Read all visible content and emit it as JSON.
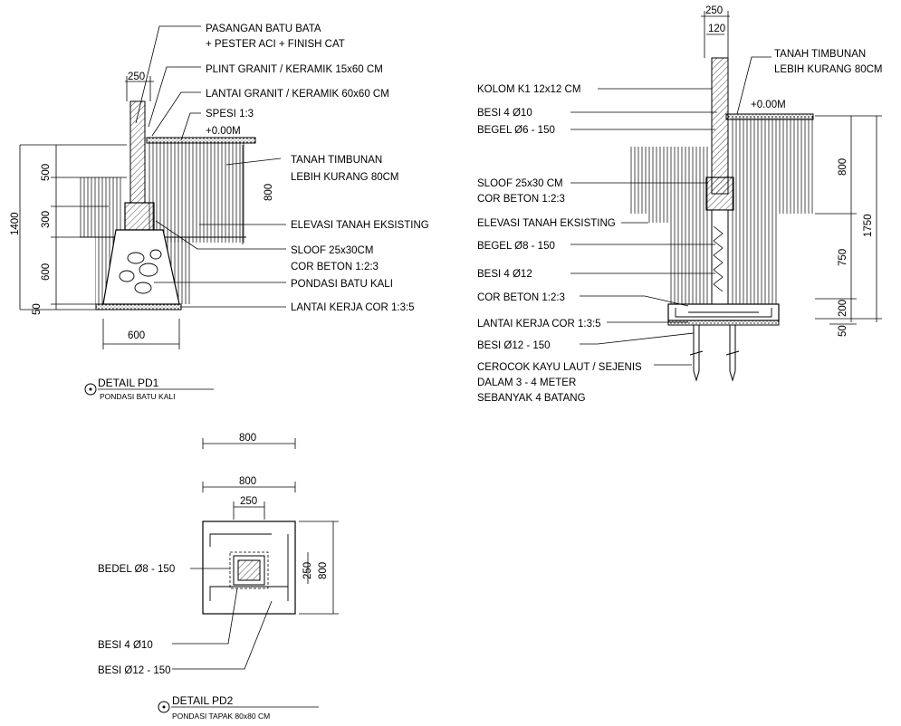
{
  "pd1": {
    "labels": {
      "pasangan_1": "PASANGAN BATU BATA",
      "pasangan_2": "+ PESTER ACI + FINISH CAT",
      "plint": "PLINT GRANIT / KERAMIK 15x60 CM",
      "lantai": "LANTAI GRANIT / KERAMIK 60x60 CM",
      "spesi": "SPESI 1:3",
      "level": "+0.00M",
      "tanah_1": "TANAH TIMBUNAN",
      "tanah_2": "LEBIH KURANG 80CM",
      "elevasi": "ELEVASI TANAH EKSISTING",
      "sloof_1": "SLOOF 25x30CM",
      "sloof_2": "COR BETON 1:2:3",
      "pondasi": "PONDASI BATU KALI",
      "lantai_kerja": "LANTAI KERJA COR 1:3:5"
    },
    "dims": {
      "top": "250",
      "bottom": "600",
      "right": "800",
      "total": "1400",
      "d500": "500",
      "d300": "300",
      "d600": "600",
      "d50": "50"
    },
    "title": "DETAIL PD1",
    "subtitle": "PONDASI BATU KALI"
  },
  "pile": {
    "labels": {
      "kolom": "KOLOM K1 12x12 CM",
      "besi10": "BESI 4 Ø10",
      "begel6": "BEGEL  Ø6 - 150",
      "sloof_1": "SLOOF 25x30 CM",
      "sloof_2": "COR BETON 1:2:3",
      "elevasi": "ELEVASI TANAH EKSISTING",
      "begel8": "BEGEL  Ø8 - 150",
      "besi12": "BESI 4 Ø12",
      "cor": "COR BETON 1:2:3",
      "lantai_kerja": "LANTAI KERJA COR 1:3:5",
      "besi12_150": "BESI Ø12 - 150",
      "cerocok_1": "CEROCOK KAYU LAUT / SEJENIS",
      "cerocok_2": "DALAM 3 - 4 METER",
      "cerocok_3": "SEBANYAK 4 BATANG",
      "tanah_1": "TANAH TIMBUNAN",
      "tanah_2": "LEBIH KURANG 80CM",
      "level": "+0.00M"
    },
    "dims": {
      "top250": "250",
      "top120": "120",
      "d800": "800",
      "d750": "750",
      "d200": "200",
      "d50": "50",
      "total": "1750"
    }
  },
  "pd2": {
    "labels": {
      "bedel": "BEDEL  Ø8 - 150",
      "besi10": "BESI 4 Ø10",
      "besi12": "BESI Ø12 - 150"
    },
    "dims": {
      "w1": "800",
      "w2": "800",
      "col": "250",
      "side250": "250",
      "side800": "800"
    },
    "title": "DETAIL PD2",
    "subtitle": "PONDASI TAPAK 80x80 CM"
  }
}
